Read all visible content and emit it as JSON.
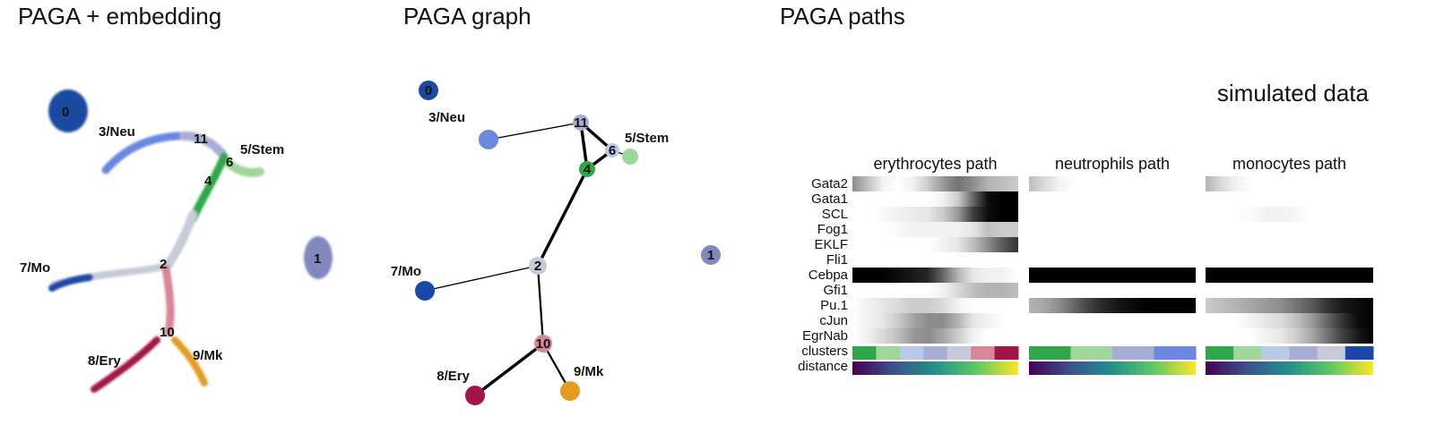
{
  "titles": {
    "embedding": "PAGA + embedding",
    "graph": "PAGA graph",
    "paths": "PAGA paths"
  },
  "subtitle": "simulated data",
  "colors": {
    "c0": "#1a4aa0",
    "c1": "#8088bd",
    "c2": "#c7cad9",
    "c3": "#6b87e0",
    "c4": "#2fa84a",
    "c5": "#9fd79a",
    "c6": "#b9c9e8",
    "c7": "#1b48a8",
    "c8": "#a3154a",
    "c9": "#e49c20",
    "c10": "#d8869a",
    "c11": "#a6aed6"
  },
  "embedding_labels": [
    {
      "id": "0",
      "text": "0"
    },
    {
      "id": "1",
      "text": "1"
    },
    {
      "id": "2",
      "text": "2"
    },
    {
      "id": "3",
      "text": "3/Neu"
    },
    {
      "id": "4",
      "text": "4"
    },
    {
      "id": "5",
      "text": "5/Stem"
    },
    {
      "id": "6",
      "text": "6"
    },
    {
      "id": "7",
      "text": "7/Mo"
    },
    {
      "id": "8",
      "text": "8/Ery"
    },
    {
      "id": "9",
      "text": "9/Mk"
    },
    {
      "id": "10",
      "text": "10"
    },
    {
      "id": "11",
      "text": "11"
    }
  ],
  "graph_nodes": [
    {
      "id": "0",
      "label": "0"
    },
    {
      "id": "1",
      "label": "1"
    },
    {
      "id": "2",
      "label": "2"
    },
    {
      "id": "3",
      "label": "3/Neu"
    },
    {
      "id": "4",
      "label": "4"
    },
    {
      "id": "5",
      "label": "5/Stem"
    },
    {
      "id": "6",
      "label": "6"
    },
    {
      "id": "7",
      "label": "7/Mo"
    },
    {
      "id": "8",
      "label": "8/Ery"
    },
    {
      "id": "9",
      "label": "9/Mk"
    },
    {
      "id": "10",
      "label": "10"
    },
    {
      "id": "11",
      "label": "11"
    }
  ],
  "graph_edges": [
    {
      "from": "3",
      "to": "11",
      "weight": "weak"
    },
    {
      "from": "11",
      "to": "6",
      "weight": "strong"
    },
    {
      "from": "11",
      "to": "4",
      "weight": "strong"
    },
    {
      "from": "6",
      "to": "4",
      "weight": "strong"
    },
    {
      "from": "6",
      "to": "5",
      "weight": "weak"
    },
    {
      "from": "4",
      "to": "2",
      "weight": "strong"
    },
    {
      "from": "7",
      "to": "2",
      "weight": "weak"
    },
    {
      "from": "2",
      "to": "10",
      "weight": "medium"
    },
    {
      "from": "10",
      "to": "8",
      "weight": "strong"
    },
    {
      "from": "10",
      "to": "9",
      "weight": "medium"
    }
  ],
  "genes": [
    "Gata2",
    "Gata1",
    "SCL",
    "Fog1",
    "EKLF",
    "Fli1",
    "Cebpa",
    "Gfi1",
    "Pu.1",
    "cJun",
    "EgrNab"
  ],
  "row_labels_extra": [
    "clusters",
    "distance"
  ],
  "paths": [
    {
      "name": "erythrocytes path",
      "clusters": [
        "4",
        "5",
        "6",
        "11",
        "2",
        "10",
        "8"
      ],
      "expression": [
        [
          0.45,
          0.25,
          0.05,
          0.0,
          0.05,
          0.2,
          0.4,
          0.55,
          0.45,
          0.3,
          0.25,
          0.2
        ],
        [
          0.0,
          0.0,
          0.0,
          0.0,
          0.0,
          0.0,
          0.05,
          0.2,
          0.6,
          0.95,
          1.0,
          1.0
        ],
        [
          0.0,
          0.0,
          0.02,
          0.05,
          0.08,
          0.1,
          0.2,
          0.4,
          0.75,
          0.95,
          1.0,
          1.0
        ],
        [
          0.0,
          0.0,
          0.0,
          0.02,
          0.05,
          0.05,
          0.05,
          0.05,
          0.1,
          0.25,
          0.2,
          0.2
        ],
        [
          0.0,
          0.0,
          0.0,
          0.0,
          0.0,
          0.0,
          0.05,
          0.1,
          0.25,
          0.45,
          0.65,
          0.8
        ],
        [
          0.0,
          0.0,
          0.0,
          0.0,
          0.0,
          0.0,
          0.0,
          0.0,
          0.0,
          0.0,
          0.0,
          0.0
        ],
        [
          1.0,
          1.0,
          1.0,
          0.95,
          0.9,
          0.85,
          0.6,
          0.3,
          0.1,
          0.05,
          0.05,
          0.0
        ],
        [
          0.0,
          0.0,
          0.0,
          0.0,
          0.0,
          0.0,
          0.05,
          0.15,
          0.25,
          0.3,
          0.3,
          0.25
        ],
        [
          0.0,
          0.05,
          0.1,
          0.15,
          0.2,
          0.2,
          0.15,
          0.05,
          0.0,
          0.0,
          0.0,
          0.0
        ],
        [
          0.0,
          0.05,
          0.1,
          0.2,
          0.35,
          0.45,
          0.45,
          0.3,
          0.1,
          0.05,
          0.0,
          0.0
        ],
        [
          0.0,
          0.05,
          0.15,
          0.25,
          0.4,
          0.45,
          0.35,
          0.2,
          0.05,
          0.0,
          0.0,
          0.0
        ]
      ]
    },
    {
      "name": "neutrophils path",
      "clusters": [
        "4",
        "5",
        "11",
        "3"
      ],
      "expression": [
        [
          0.25,
          0.15,
          0.05,
          0.0,
          0.0,
          0.0,
          0.0,
          0.0,
          0.0,
          0.0,
          0.0,
          0.0
        ],
        [
          0.0,
          0.0,
          0.0,
          0.0,
          0.0,
          0.0,
          0.0,
          0.0,
          0.0,
          0.0,
          0.0,
          0.0
        ],
        [
          0.0,
          0.0,
          0.0,
          0.0,
          0.0,
          0.0,
          0.0,
          0.0,
          0.0,
          0.0,
          0.0,
          0.0
        ],
        [
          0.0,
          0.0,
          0.0,
          0.0,
          0.0,
          0.0,
          0.0,
          0.0,
          0.0,
          0.0,
          0.0,
          0.0
        ],
        [
          0.0,
          0.0,
          0.0,
          0.0,
          0.0,
          0.0,
          0.0,
          0.0,
          0.0,
          0.0,
          0.0,
          0.0
        ],
        [
          0.0,
          0.0,
          0.0,
          0.0,
          0.0,
          0.0,
          0.0,
          0.0,
          0.0,
          0.0,
          0.0,
          0.0
        ],
        [
          1.0,
          1.0,
          1.0,
          1.0,
          1.0,
          1.0,
          1.0,
          1.0,
          1.0,
          1.0,
          1.0,
          1.0
        ],
        [
          0.0,
          0.0,
          0.0,
          0.0,
          0.0,
          0.0,
          0.0,
          0.0,
          0.0,
          0.0,
          0.0,
          0.0
        ],
        [
          0.3,
          0.35,
          0.45,
          0.6,
          0.75,
          0.85,
          0.92,
          0.97,
          1.0,
          1.0,
          1.0,
          1.0
        ],
        [
          0.0,
          0.0,
          0.0,
          0.0,
          0.0,
          0.0,
          0.0,
          0.0,
          0.0,
          0.0,
          0.0,
          0.0
        ],
        [
          0.0,
          0.0,
          0.0,
          0.0,
          0.0,
          0.0,
          0.0,
          0.0,
          0.0,
          0.0,
          0.0,
          0.0
        ]
      ]
    },
    {
      "name": "monocytes path",
      "clusters": [
        "4",
        "5",
        "6",
        "11",
        "2",
        "7"
      ],
      "expression": [
        [
          0.3,
          0.15,
          0.05,
          0.0,
          0.0,
          0.0,
          0.0,
          0.0,
          0.0,
          0.0,
          0.0,
          0.0
        ],
        [
          0.0,
          0.0,
          0.0,
          0.0,
          0.0,
          0.0,
          0.0,
          0.0,
          0.0,
          0.0,
          0.0,
          0.0
        ],
        [
          0.0,
          0.0,
          0.0,
          0.02,
          0.05,
          0.05,
          0.03,
          0.0,
          0.0,
          0.0,
          0.0,
          0.0
        ],
        [
          0.0,
          0.0,
          0.0,
          0.0,
          0.0,
          0.0,
          0.0,
          0.0,
          0.0,
          0.0,
          0.0,
          0.0
        ],
        [
          0.0,
          0.0,
          0.0,
          0.0,
          0.0,
          0.0,
          0.0,
          0.0,
          0.0,
          0.0,
          0.0,
          0.0
        ],
        [
          0.0,
          0.0,
          0.0,
          0.0,
          0.0,
          0.0,
          0.0,
          0.0,
          0.0,
          0.0,
          0.0,
          0.0
        ],
        [
          1.0,
          1.0,
          1.0,
          1.0,
          1.0,
          1.0,
          1.0,
          1.0,
          1.0,
          1.0,
          1.0,
          1.0
        ],
        [
          0.0,
          0.0,
          0.0,
          0.0,
          0.0,
          0.0,
          0.0,
          0.0,
          0.0,
          0.0,
          0.0,
          0.0
        ],
        [
          0.2,
          0.25,
          0.3,
          0.35,
          0.4,
          0.45,
          0.55,
          0.65,
          0.8,
          0.9,
          0.95,
          1.0
        ],
        [
          0.0,
          0.0,
          0.0,
          0.05,
          0.1,
          0.15,
          0.25,
          0.4,
          0.6,
          0.8,
          0.95,
          1.0
        ],
        [
          0.0,
          0.0,
          0.0,
          0.0,
          0.05,
          0.1,
          0.2,
          0.35,
          0.55,
          0.75,
          0.9,
          1.0
        ]
      ]
    }
  ],
  "distance_colormap": [
    "#440154",
    "#3b528b",
    "#21918c",
    "#5ec962",
    "#fde725"
  ]
}
